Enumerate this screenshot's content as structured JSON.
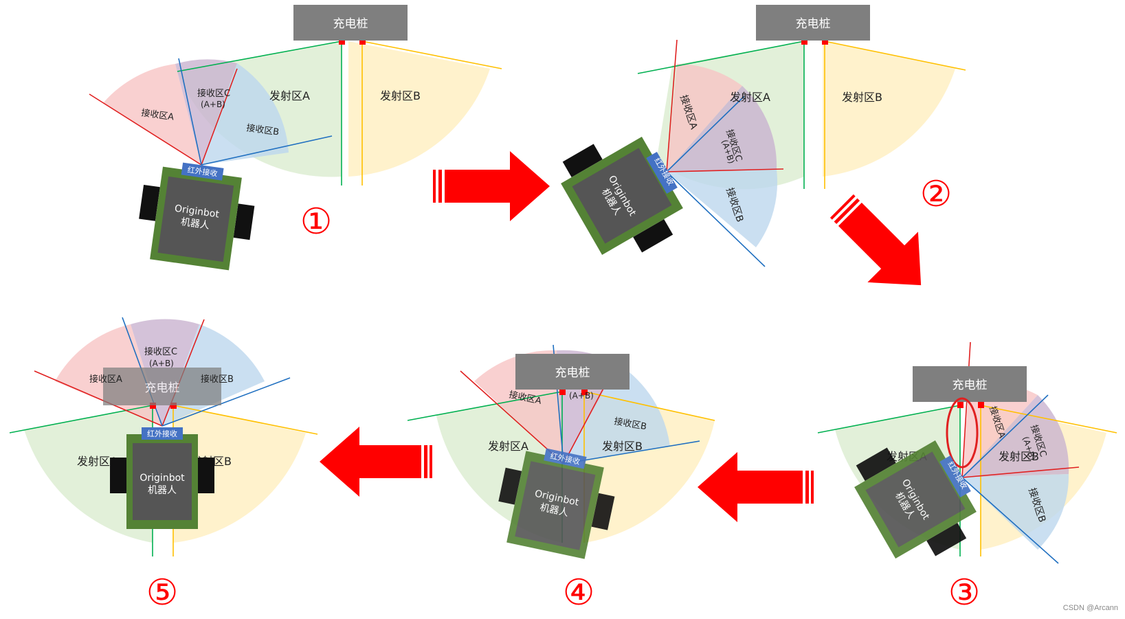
{
  "labels": {
    "station": "充电桩",
    "emit_a": "发射区A",
    "emit_b": "发射区B",
    "recv_a": "接收区A",
    "recv_b": "接收区B",
    "recv_c": "接收区C",
    "recv_c_sub": "(A+B)",
    "ir": "红外接收",
    "robot_line1": "Originbot",
    "robot_line2": "机器人"
  },
  "steps": [
    "①",
    "②",
    "③",
    "④",
    "⑤"
  ],
  "watermark": "CSDN @Arcann",
  "colors": {
    "station": "#7f7f7f",
    "emit_a_fill": "#e2f0d9",
    "emit_b_fill": "#fff2cc",
    "recv_a_fill": "#f8c4c4",
    "recv_b_fill": "#bdd7ee",
    "recv_c_fill": "#c9b3d0",
    "line_green": "#00b050",
    "line_yellow": "#ffc000",
    "line_red": "#e02020",
    "line_blue": "#1f6fc0",
    "robot_frame": "#548235",
    "robot_body": "#555555",
    "wheel": "#111111",
    "ir_sensor": "#4472c4",
    "arrow": "#ff0000",
    "step_number": "#ff0000"
  }
}
